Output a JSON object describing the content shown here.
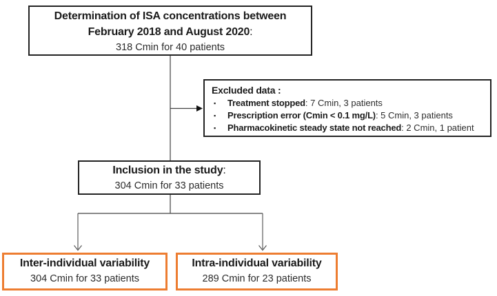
{
  "flowchart": {
    "top_box": {
      "title_line1": "Determination of ISA concentrations between",
      "title_line2": "February 2018 and August 2020",
      "title_colon": ":",
      "subtitle": "318 Cmin for 40 patients"
    },
    "excluded_box": {
      "heading": "Excluded data :",
      "bullet_glyph": "▪",
      "items": [
        {
          "label": "Treatment stopped",
          "detail": ": 7 Cmin, 3 patients"
        },
        {
          "label": "Prescription error (Cmin < 0.1 mg/L)",
          "detail": ": 5 Cmin, 3 patients"
        },
        {
          "label": "Pharmacokinetic steady state not reached",
          "detail": ": 2 Cmin, 1 patient"
        }
      ]
    },
    "inclusion_box": {
      "title": "Inclusion in the study",
      "title_colon": ":",
      "subtitle": "304 Cmin for 33 patients"
    },
    "inter_box": {
      "title": "Inter-individual variability",
      "subtitle": "304 Cmin for 33 patients"
    },
    "intra_box": {
      "title": "Intra-individual variability",
      "subtitle": "289 Cmin for 23 patients"
    },
    "colors": {
      "highlight_border": "#ED7D31",
      "box_border": "#222222",
      "connector": "#404040",
      "open_arrow": "#595959"
    }
  }
}
